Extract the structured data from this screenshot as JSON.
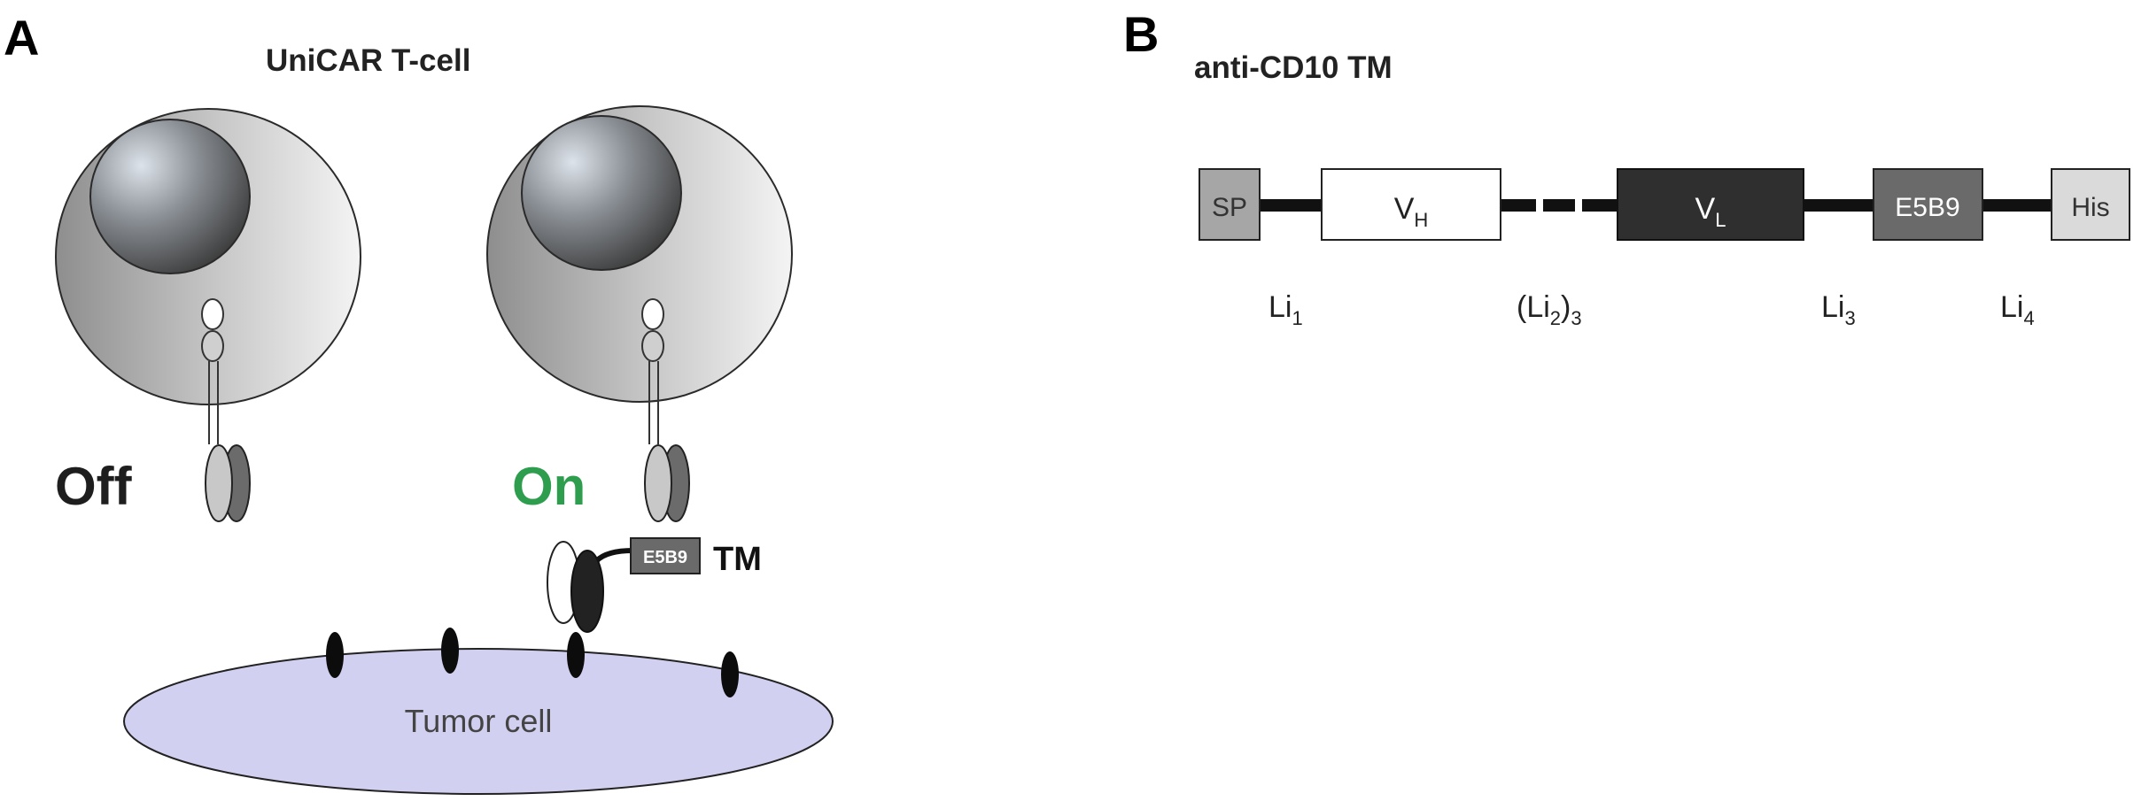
{
  "panel_a": {
    "label": "A",
    "title": "UniCAR T-cell",
    "off_label": "Off",
    "on_label": "On",
    "tm_label": "TM",
    "tag_label": "E5B9",
    "tumor_label": "Tumor cell",
    "colors": {
      "on": "#2e9e4e",
      "tumor_fill": "#d2d0f1"
    }
  },
  "panel_b": {
    "label": "B",
    "title": "anti-CD10 TM",
    "domains": {
      "sp": "SP",
      "vh_main": "V",
      "vh_sub": "H",
      "vl_main": "V",
      "vl_sub": "L",
      "e5b9": "E5B9",
      "his": "His"
    },
    "linkers": {
      "li1_main": "Li",
      "li1_sub": "1",
      "li2_open": "(Li",
      "li2_sub": "2",
      "li2_close": ")",
      "li2_count": "3",
      "li3_main": "Li",
      "li3_sub": "3",
      "li4_main": "Li",
      "li4_sub": "4"
    }
  }
}
